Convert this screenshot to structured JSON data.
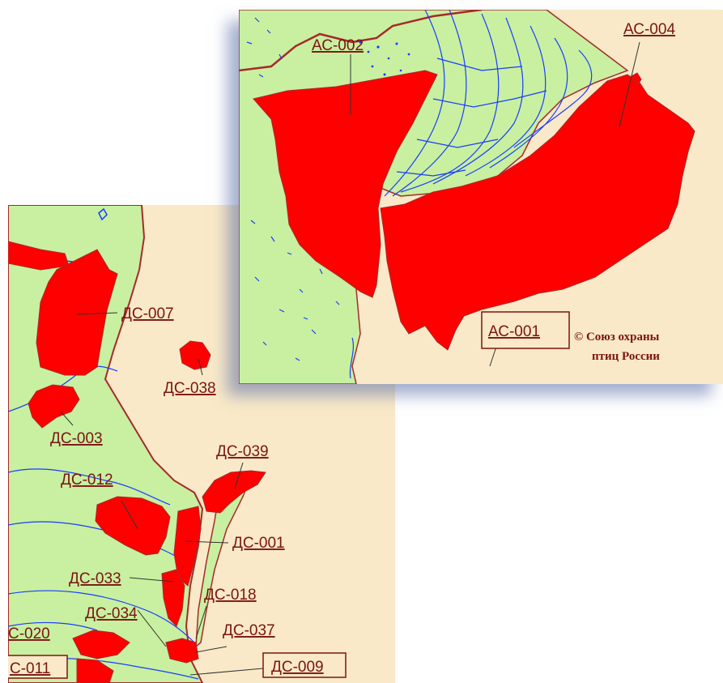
{
  "colors": {
    "land": "#c8f0a0",
    "background": "#f9e9c8",
    "area_fill": "#ff0000",
    "river": "#1a3cff",
    "border": "#a52a2a",
    "label_text": "#7b1414"
  },
  "left_map": {
    "labels": {
      "ds007": "ДС-007",
      "ds038": "ДС-038",
      "ds003": "ДС-003",
      "ds039": "ДС-039",
      "ds012": "ДС-012",
      "ds001": "ДС-001",
      "ds033": "ДС-033",
      "ds018": "ДС-018",
      "ds034": "ДС-034",
      "ds037": "ДС-037",
      "ds020": "С-020",
      "ds011": "С-011",
      "ds009": "ДС-009"
    }
  },
  "right_map": {
    "labels": {
      "as002": "АС-002",
      "as004": "АС-004",
      "as001": "АС-001"
    },
    "copyright": {
      "line1": "© Союз охраны",
      "line2": "птиц России"
    }
  }
}
